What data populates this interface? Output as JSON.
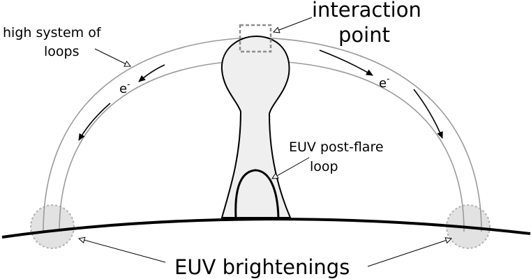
{
  "labels": {
    "interaction_line1": "interaction",
    "interaction_line2": "point",
    "loops_line1": "high system of",
    "loops_line2": "loops",
    "electron_left": "e",
    "electron_left_sup": "-",
    "electron_right": "e",
    "electron_right_sup": "-",
    "postflare_line1": "EUV post-flare",
    "postflare_line2": "loop",
    "brightenings": "EUV brightenings"
  },
  "colors": {
    "loop_stroke": "#9a9a9a",
    "plasma_fill": "#efefef",
    "footpoint_fill": "#e2e2e2",
    "footpoint_stroke": "#b0b0b0",
    "marker_stroke": "#8c8c8c",
    "ink": "#000000"
  }
}
